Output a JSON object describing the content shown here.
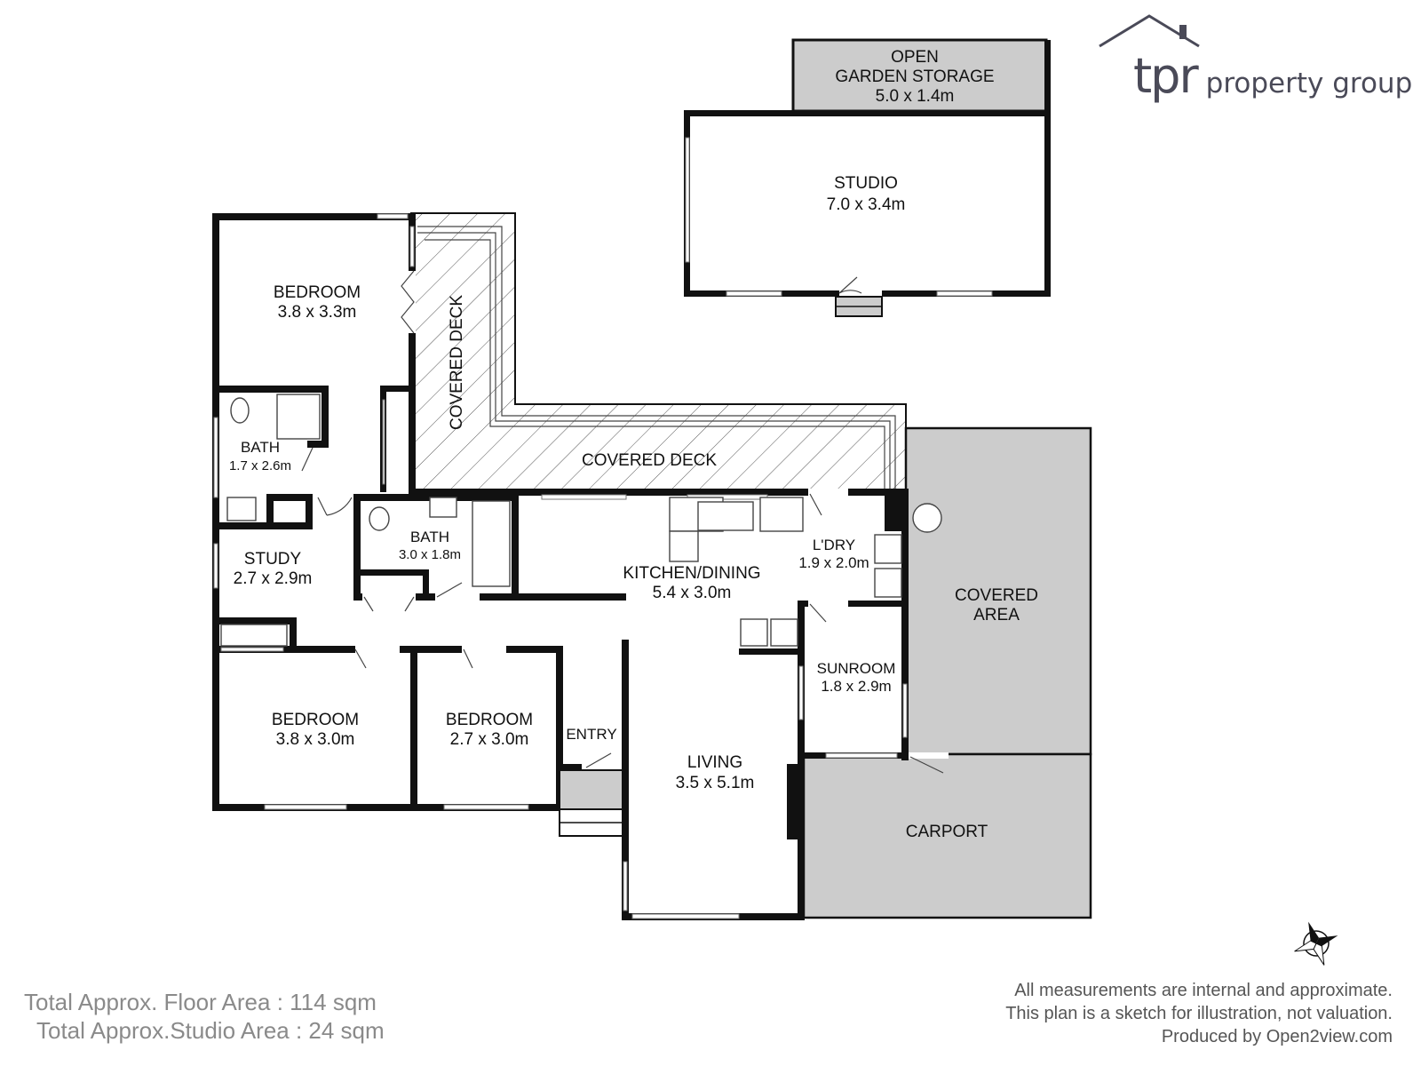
{
  "brand": {
    "name": "tpr",
    "tagline": "property group"
  },
  "rooms": {
    "garden_storage": {
      "name_line1": "OPEN",
      "name_line2": "GARDEN STORAGE",
      "size": "5.0 x 1.4m"
    },
    "studio": {
      "name": "STUDIO",
      "size": "7.0 x 3.4m"
    },
    "bedroom_1": {
      "name": "BEDROOM",
      "size": "3.8 x 3.3m"
    },
    "bath_1": {
      "name": "BATH",
      "size": "1.7 x 2.6m"
    },
    "covered_deck_vertical": {
      "name": "COVERED DECK"
    },
    "covered_deck_horizontal": {
      "name": "COVERED DECK"
    },
    "study": {
      "name": "STUDY",
      "size": "2.7 x 2.9m"
    },
    "bath_2": {
      "name": "BATH",
      "size": "3.0 x 1.8m"
    },
    "kitchen_dining": {
      "name": "KITCHEN/DINING",
      "size": "5.4 x 3.0m"
    },
    "laundry": {
      "name": "L'DRY",
      "size": "1.9 x 2.0m"
    },
    "covered_area": {
      "name_line1": "COVERED",
      "name_line2": "AREA"
    },
    "sunroom": {
      "name": "SUNROOM",
      "size": "1.8 x 2.9m"
    },
    "bedroom_2": {
      "name": "BEDROOM",
      "size": "3.8 x 3.0m"
    },
    "bedroom_3": {
      "name": "BEDROOM",
      "size": "2.7 x 3.0m"
    },
    "entry": {
      "name": "ENTRY"
    },
    "living": {
      "name": "LIVING",
      "size": "3.5 x 5.1m"
    },
    "carport": {
      "name": "CARPORT"
    }
  },
  "totals": {
    "floor_area": "Total Approx. Floor Area : 114 sqm",
    "studio_area": "Total Approx.Studio Area : 24 sqm"
  },
  "disclaimer": {
    "line1": "All measurements are internal and approximate.",
    "line2": "This plan is a sketch for illustration, not valuation.",
    "line3": "Produced by Open2view.com"
  },
  "colors": {
    "wall": "#111111",
    "outdoor_fill": "#cccccc",
    "brand_text": "#4a4a58"
  },
  "icons": {
    "compass": "compass-rose-icon",
    "logo_roof": "roof-icon"
  }
}
